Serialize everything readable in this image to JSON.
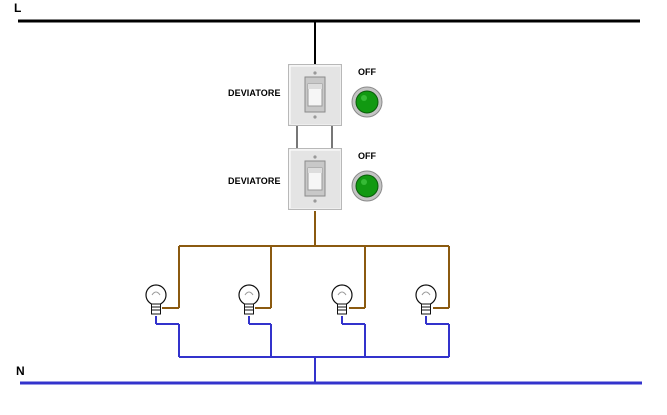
{
  "rails": {
    "line_label": "L",
    "neutral_label": "N",
    "line_color": "#000000",
    "neutral_color": "#3333cc"
  },
  "switches": [
    {
      "label": "DEVIATORE",
      "state": "OFF",
      "indicator_color": "#119911"
    },
    {
      "label": "DEVIATORE",
      "state": "OFF",
      "indicator_color": "#119911"
    }
  ],
  "wiring": {
    "live_color": "#8b5a10",
    "neutral_color": "#3333cc",
    "traveler_color": "#777777"
  },
  "lamps": [
    {
      "icon": "light-bulb-icon"
    },
    {
      "icon": "light-bulb-icon"
    },
    {
      "icon": "light-bulb-icon"
    },
    {
      "icon": "light-bulb-icon"
    }
  ]
}
